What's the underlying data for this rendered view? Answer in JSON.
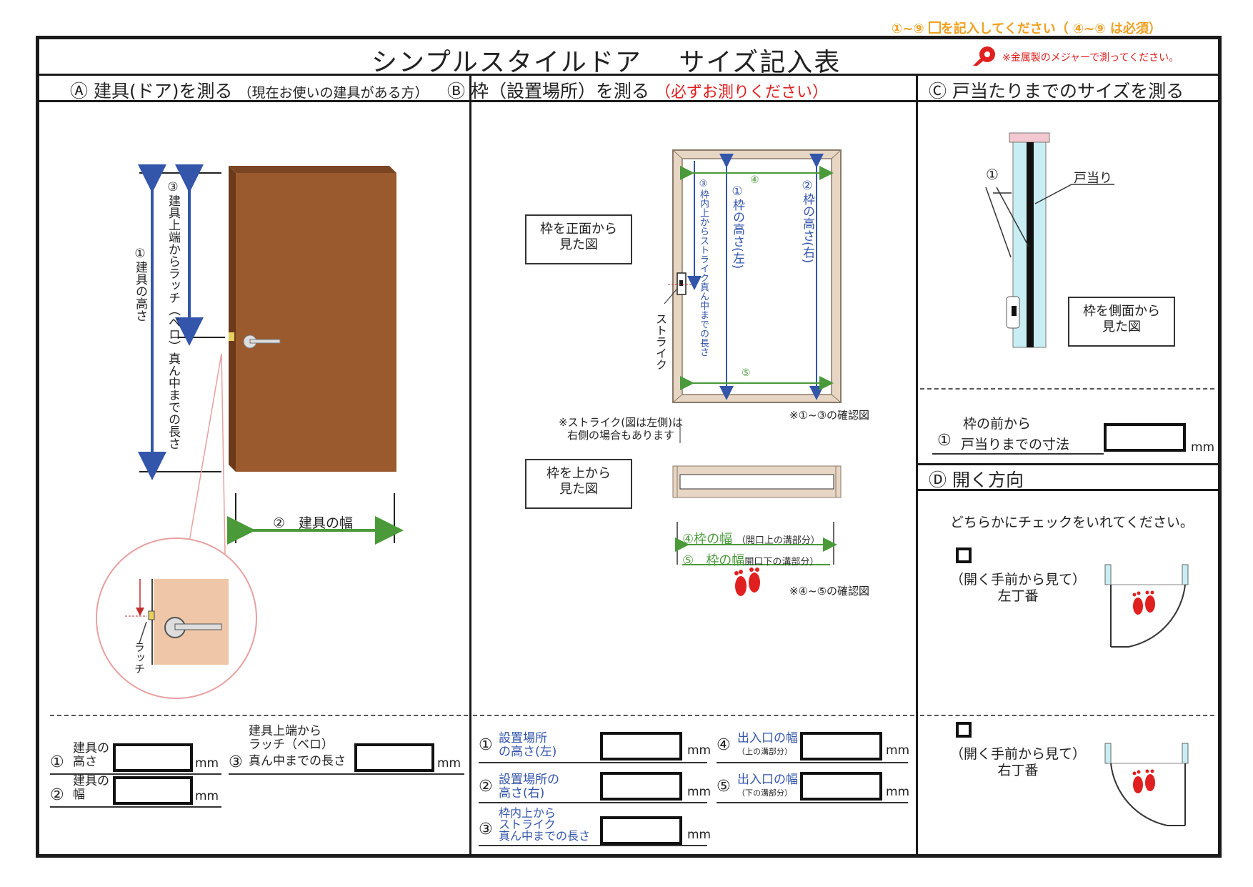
{
  "header": {
    "notice_prefix": "①~⑨",
    "notice_mid": "を記入してください（",
    "notice_req": "④~⑨",
    "notice_suffix": "は必須）",
    "title": "シンプルスタイルドア　 サイズ記入表",
    "measure_note": "※金属製のメジャーで測ってください。"
  },
  "section_a": {
    "badge": "Ⓐ",
    "title": "建具(ドア)を測る",
    "subtitle": "（現在お使いの建具がある方）",
    "label_height": "①建具の高さ",
    "label_latch": "③建具上端からラッチ（ベロ）真ん中までの長さ",
    "label_width": "②　建具の幅",
    "label_latch_zoom": "ラッチ",
    "fields": {
      "f1_num": "①",
      "f1_l1": "建具の",
      "f1_l2": "高さ",
      "f2_num": "②",
      "f2_l1": "建具の",
      "f2_l2": "幅",
      "f3_num": "③",
      "f3_l1": "建具上端から",
      "f3_l2": "ラッチ（ベロ）",
      "f3_l3": "真ん中までの長さ",
      "unit": "mm"
    }
  },
  "section_b": {
    "badge": "Ⓑ",
    "title": "枠（設置場所）を測る",
    "required": "（必ずお測りください）",
    "caption_front_l1": "枠を正面から",
    "caption_front_l2": "見た図",
    "caption_top_l1": "枠を上から",
    "caption_top_l2": "見た図",
    "label_frame_left": "①枠の高さ(左)",
    "label_frame_right": "②枠の高さ(右)",
    "label_strike_len": "③枠内上からストライク真ん中までの長さ",
    "label_strike": "ストライク",
    "num4": "④",
    "num5": "⑤",
    "note_strike_l1": "※ストライク(図は左側)は",
    "note_strike_l2": "右側の場合もあります",
    "confirm_13": "※①~③の確認図",
    "confirm_45": "※④~⑤の確認図",
    "width4_a": "④枠の幅",
    "width4_b": "（開口上の溝部分）",
    "width5_num": "⑤",
    "width5_a": "枠の幅",
    "width5_b": "開口下の溝部分）",
    "fields": {
      "f1_num": "①",
      "f1_l1": "設置場所",
      "f1_l2": "の高さ(左)",
      "f2_num": "②",
      "f2_l1": "設置場所の",
      "f2_l2": "高さ(右)",
      "f3_num": "③",
      "f3_l1": "枠内上から",
      "f3_l2": "ストライク",
      "f3_l3": "真ん中までの長さ",
      "f4_num": "④",
      "f4_l1": "出入口の幅",
      "f4_l2": "（上の溝部分）",
      "f5_num": "⑤",
      "f5_l1": "出入口の幅",
      "f5_l2": "（下の溝部分）",
      "unit": "mm"
    }
  },
  "section_c": {
    "badge": "Ⓒ",
    "title": "戸当たりまでのサイズを測る",
    "label_stop": "戸当り",
    "num1": "①",
    "caption_l1": "枠を側面から",
    "caption_l2": "見た図",
    "field_l1": "枠の前から",
    "field_num": "①",
    "field_l2": "戸当りまでの寸法",
    "unit": "mm"
  },
  "section_d": {
    "badge": "Ⓓ",
    "title": "開く方向",
    "instruction": "どちらかにチェックをいれてください。",
    "left_l1": "（開く手前から見て）",
    "left_l2": "左丁番",
    "right_l1": "（開く手前から見て）",
    "right_l2": "右丁番"
  },
  "colors": {
    "door_wood": "#9a5a2e",
    "frame_beige": "#e8d6c4",
    "arrow_blue": "#3355aa",
    "arrow_green": "#4a9a3a",
    "label_orange": "#f0a020",
    "accent_red": "#e02020"
  }
}
